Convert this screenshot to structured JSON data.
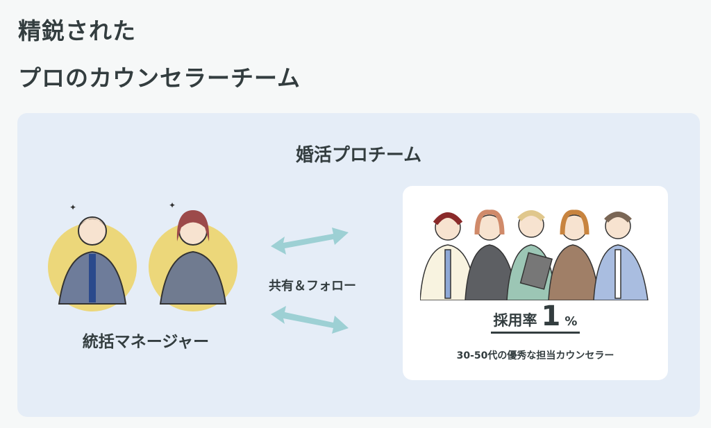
{
  "heading": {
    "line1": "精鋭された",
    "line2": "プロのカウンセラーチーム"
  },
  "panel": {
    "team_title": "婚活プロチーム",
    "managers_label": "統括マネージャー",
    "share_label": "共有＆フォロー",
    "card": {
      "rate_label": "採用率",
      "rate_value": "1",
      "rate_unit": "%",
      "subtitle": "30-50代の優秀な担当カウンセラー"
    }
  },
  "colors": {
    "panel_bg": "#e5edf7",
    "arrow": "#9dd0d4",
    "circle": "#ecd77a",
    "text": "#333d3f"
  }
}
